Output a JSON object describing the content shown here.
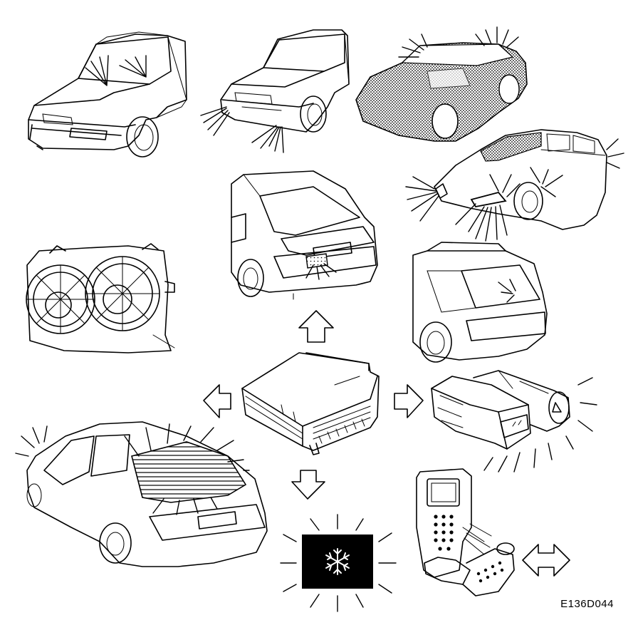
{
  "figure": {
    "reference_code": "E136D044",
    "components": [
      {
        "id": "control-module",
        "icon": "ecu-box-icon"
      },
      {
        "id": "windscreen-wipers-car",
        "icon": "car-front-wipers-icon"
      },
      {
        "id": "headlamps-car",
        "icon": "car-front-headlamps-icon"
      },
      {
        "id": "interior-lighting-car",
        "icon": "car-interior-light-icon"
      },
      {
        "id": "direction-indicators-car",
        "icon": "car-indicators-icon"
      },
      {
        "id": "sedan-rear-lamps",
        "icon": "car-rear-lamps-icon"
      },
      {
        "id": "estate-tailgate-lamp",
        "icon": "estate-rear-icon"
      },
      {
        "id": "radiator-fans",
        "icon": "cooling-fan-icon"
      },
      {
        "id": "rear-window-heater-car",
        "icon": "heated-rear-window-icon"
      },
      {
        "id": "switch-panel",
        "icon": "hazard-fog-switch-icon"
      },
      {
        "id": "ac-indicator",
        "icon": "snowflake-icon"
      },
      {
        "id": "diagnostic-tester",
        "icon": "diagnostic-tool-icon"
      }
    ],
    "arrows": [
      "up-arrow",
      "left-arrow",
      "right-arrow",
      "down-arrow",
      "bidirectional-arrow"
    ]
  }
}
